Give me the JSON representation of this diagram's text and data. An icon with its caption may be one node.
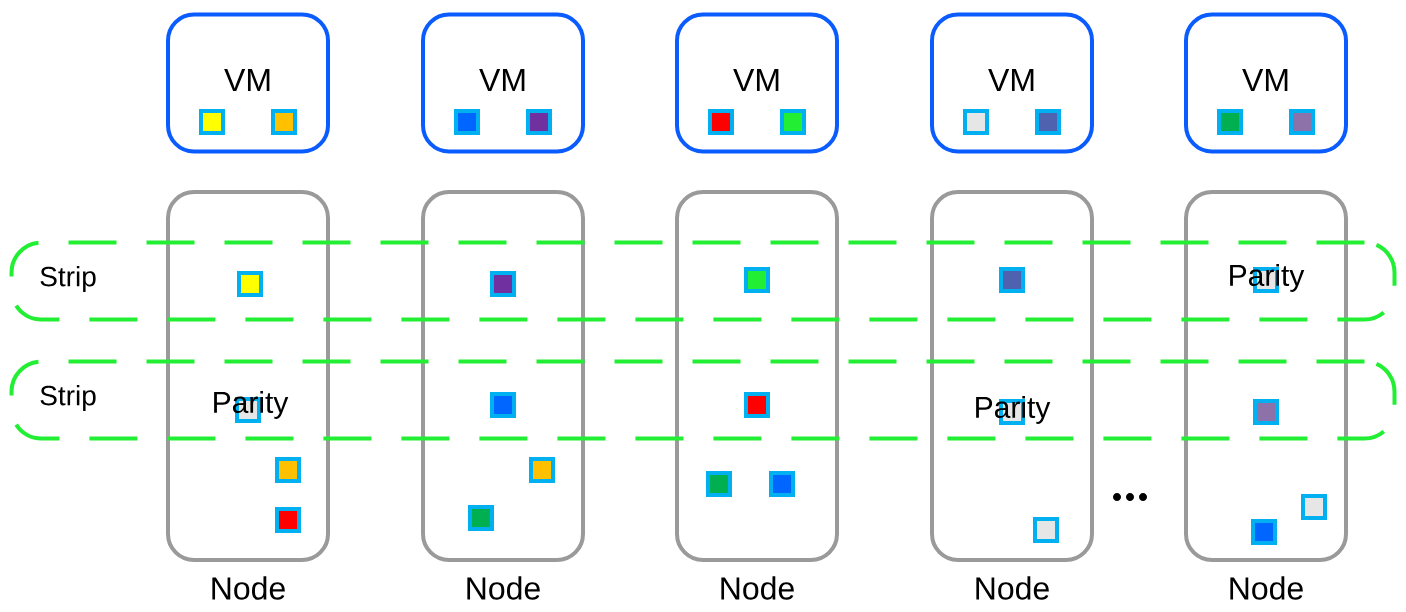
{
  "diagram": {
    "nodes": [
      {
        "text": [
          "VM"
        ]
      },
      {
        "text": [
          "VM"
        ]
      },
      {
        "text": [
          "VM"
        ]
      },
      {
        "text": [
          "VM"
        ]
      },
      {
        "text": [
          "VM"
        ]
      },
      {
        "text": [
          "Node"
        ]
      },
      {
        "text": [
          "Node"
        ]
      },
      {
        "text": [
          "Node"
        ]
      },
      {
        "text": [
          "Node"
        ]
      },
      {
        "text": [
          "Node"
        ]
      },
      {
        "text": [
          "Strip"
        ]
      },
      {
        "text": [
          "Strip"
        ]
      }
    ],
    "labels": [
      "Parity",
      "Parity",
      "Parity"
    ]
  }
}
